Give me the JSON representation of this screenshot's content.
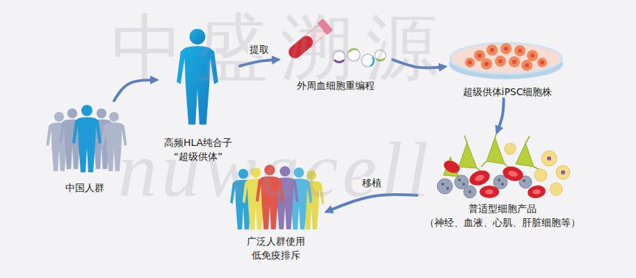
{
  "diagram": {
    "nodes": [
      {
        "text": [
          "中国人群"
        ]
      },
      {
        "text": [
          "高频HLA纯合子",
          "“超级供体”"
        ]
      },
      {
        "text": [
          "外周血细胞重编程"
        ]
      },
      {
        "text": [
          "超级供体iPSC细胞株"
        ]
      },
      {
        "text": [
          "普适型细胞产品",
          "（神经、血液、心肌、肝脏细胞等）"
        ]
      },
      {
        "text": [
          "广泛人群使用 低免疫排斥"
        ]
      }
    ],
    "edges": [
      {
        "from": 0,
        "to": 1,
        "arrow": "to"
      },
      {
        "from": 1,
        "to": 2,
        "label": "提取",
        "arrow": "to"
      },
      {
        "from": 2,
        "to": 3,
        "arrow": "to"
      },
      {
        "from": 3,
        "to": 4,
        "arrow": "to"
      },
      {
        "from": 4,
        "to": 5,
        "label": "移植",
        "arrow": "to"
      }
    ],
    "labels": [
      "中盛溯源",
      "nuwacell"
    ]
  }
}
